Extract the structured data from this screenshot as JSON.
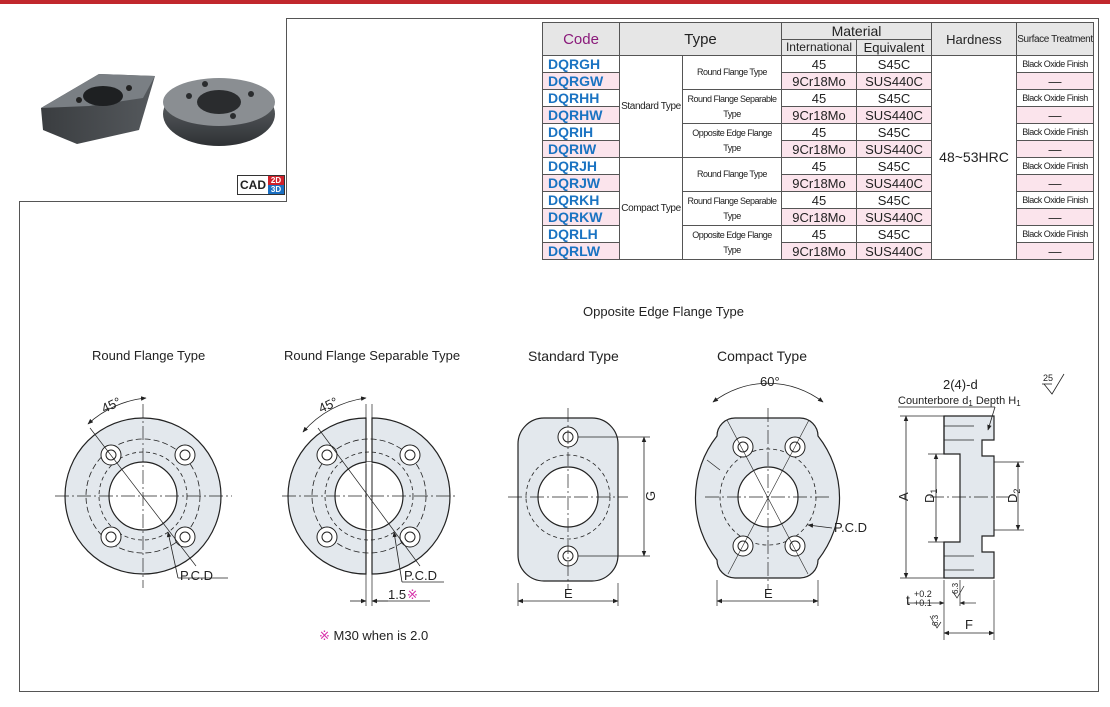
{
  "table": {
    "header": {
      "code": "Code",
      "type": "Type",
      "material": "Material",
      "international": "International",
      "equivalent": "Equivalent",
      "hardness": "Hardness",
      "surface": "Surface Treatment"
    },
    "groups": [
      "Standard Type",
      "Compact Type"
    ],
    "subtypes": [
      "Round Flange Type",
      "Round Flange Separable Type",
      "Opposite Edge Flange Type"
    ],
    "hardness_value": "48~53HRC",
    "rows": [
      {
        "code": "DQRGH",
        "intl": "45",
        "equiv": "S45C",
        "surface": "Black Oxide Finish"
      },
      {
        "code": "DQRGW",
        "intl": "9Cr18Mo",
        "equiv": "SUS440C",
        "surface": "—"
      },
      {
        "code": "DQRHH",
        "intl": "45",
        "equiv": "S45C",
        "surface": "Black Oxide Finish"
      },
      {
        "code": "DQRHW",
        "intl": "9Cr18Mo",
        "equiv": "SUS440C",
        "surface": "—"
      },
      {
        "code": "DQRIH",
        "intl": "45",
        "equiv": "S45C",
        "surface": "Black Oxide Finish"
      },
      {
        "code": "DQRIW",
        "intl": "9Cr18Mo",
        "equiv": "SUS440C",
        "surface": "—"
      },
      {
        "code": "DQRJH",
        "intl": "45",
        "equiv": "S45C",
        "surface": "Black Oxide Finish"
      },
      {
        "code": "DQRJW",
        "intl": "9Cr18Mo",
        "equiv": "SUS440C",
        "surface": "—"
      },
      {
        "code": "DQRKH",
        "intl": "45",
        "equiv": "S45C",
        "surface": "Black Oxide Finish"
      },
      {
        "code": "DQRKW",
        "intl": "9Cr18Mo",
        "equiv": "SUS440C",
        "surface": "—"
      },
      {
        "code": "DQRLH",
        "intl": "45",
        "equiv": "S45C",
        "surface": "Black Oxide Finish"
      },
      {
        "code": "DQRLW",
        "intl": "9Cr18Mo",
        "equiv": "SUS440C",
        "surface": "—"
      }
    ]
  },
  "cad": {
    "label": "CAD",
    "badge_2d": "2D",
    "badge_3d": "3D"
  },
  "drawings": {
    "opposite_edge_title": "Opposite Edge Flange Type",
    "round_flange": "Round Flange Type",
    "round_flange_separable": "Round Flange Separable Type",
    "standard": "Standard Type",
    "compact": "Compact Type",
    "angle_45": "45°",
    "angle_60": "60°",
    "pcd": "P.C.D",
    "gap": "1.5",
    "gap_mark": "※",
    "e": "E",
    "g": "G",
    "a": "A",
    "d1": "D",
    "d1_sub": "1",
    "d2": "D",
    "d2_sub": "2",
    "f": "F",
    "t": "t",
    "t_tol_upper": "+0.2",
    "t_tol_lower": "+0.1",
    "roughness_25": "25",
    "roughness_63": "6.3",
    "holes": "2(4)-d",
    "counterbore": "Counterbore d",
    "counterbore_sub": "1",
    "depth": " Depth H",
    "depth_sub": "1",
    "note_mark": "※",
    "note_text": " M30 when is 2.0"
  },
  "colors": {
    "accent": "#c1272d",
    "code": "#1a73c2",
    "code_header": "#8a1a7a",
    "pink": "#fbe4ec",
    "part_fill": "#e3e8ed",
    "note_mark": "#d62ea8"
  }
}
